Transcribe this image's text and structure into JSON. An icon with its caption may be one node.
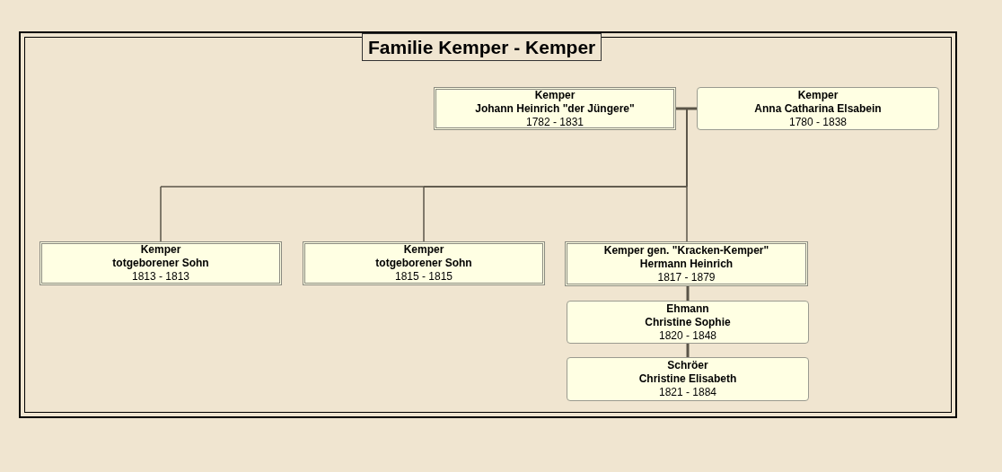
{
  "diagram": {
    "title": "Familie Kemper - Kemper",
    "nodes": [
      {
        "text": [
          "Kemper",
          "Johann Heinrich \"der Jüngere\"",
          "1782 - 1831"
        ]
      },
      {
        "text": [
          "Kemper",
          "Anna Catharina Elsabein",
          "1780 - 1838"
        ]
      },
      {
        "text": [
          "Kemper",
          "totgeborener Sohn",
          "1813 - 1813"
        ]
      },
      {
        "text": [
          "Kemper",
          "totgeborener Sohn",
          "1815 - 1815"
        ]
      },
      {
        "text": [
          "Kemper gen. \"Kracken-Kemper\"",
          "Hermann Heinrich",
          "1817 - 1879"
        ]
      },
      {
        "text": [
          "Ehmann",
          "Christine Sophie",
          "1820 - 1848"
        ]
      },
      {
        "text": [
          "Schröer",
          "Christine Elisabeth",
          "1821 - 1884"
        ]
      }
    ],
    "edges": [
      {
        "from": 0,
        "to": 1,
        "arrow": "none",
        "style": "thick"
      },
      {
        "from": 0,
        "to": 2,
        "arrow": "none"
      },
      {
        "from": 1,
        "to": 2,
        "arrow": "none"
      },
      {
        "from": 0,
        "to": 3,
        "arrow": "none"
      },
      {
        "from": 1,
        "to": 3,
        "arrow": "none"
      },
      {
        "from": 0,
        "to": 4,
        "arrow": "none"
      },
      {
        "from": 1,
        "to": 4,
        "arrow": "none"
      },
      {
        "from": 4,
        "to": 5,
        "arrow": "none",
        "style": "thick"
      },
      {
        "from": 5,
        "to": 6,
        "arrow": "none",
        "style": "thick"
      }
    ]
  }
}
